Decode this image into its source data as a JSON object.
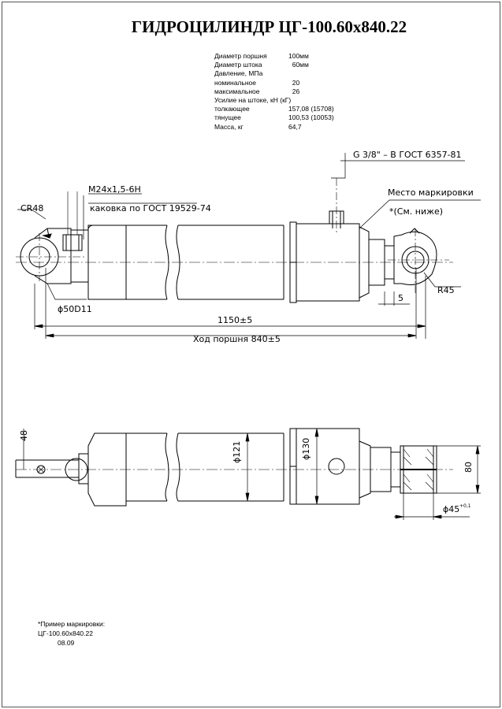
{
  "title": "ГИДРОЦИЛИНДР ЦГ-100.60х840.22",
  "specs": [
    {
      "label": "Диаметр поршня",
      "value": "100мм"
    },
    {
      "label": "Диаметр штока",
      "value": "  60мм"
    },
    {
      "label": "Давление, МПа",
      "value": ""
    },
    {
      "label": "номинальное",
      "value": "  20"
    },
    {
      "label": "максимальное",
      "value": "  26"
    },
    {
      "label": "Усилие на штоке, кН (кГ)",
      "value": ""
    },
    {
      "label": "толкающее",
      "value": "157,08 (15708)"
    },
    {
      "label": "тянущее",
      "value": "100,53 (10053)"
    },
    {
      "label": "Масса, кг",
      "value": "64,7"
    }
  ],
  "top_view": {
    "port_thread": "G 3/8\" – B ГОСТ 6357-81",
    "marking_place": "Место маркировки",
    "marking_ref": "*(См. ниже)",
    "thread_spec": "M24x1,5-6H",
    "knurl_spec": "каковка по ГОСТ 19529-74",
    "radius_left": "CR48",
    "diameter_pin": "ϕ50D11",
    "dim_5": "5",
    "radius_right": "R45",
    "length": "1150±5",
    "stroke": "Ход поршня 840±5"
  },
  "bottom_view": {
    "dim_48": "48",
    "dia_tube": "ϕ121",
    "dia_head": "ϕ130",
    "dim_80": "80",
    "dia_bore": "ϕ45",
    "bore_tol": "+0,1"
  },
  "marking_note": {
    "heading": "*Пример маркировки:",
    "code": "ЦГ-100.60х840.22",
    "date": "08.09"
  }
}
